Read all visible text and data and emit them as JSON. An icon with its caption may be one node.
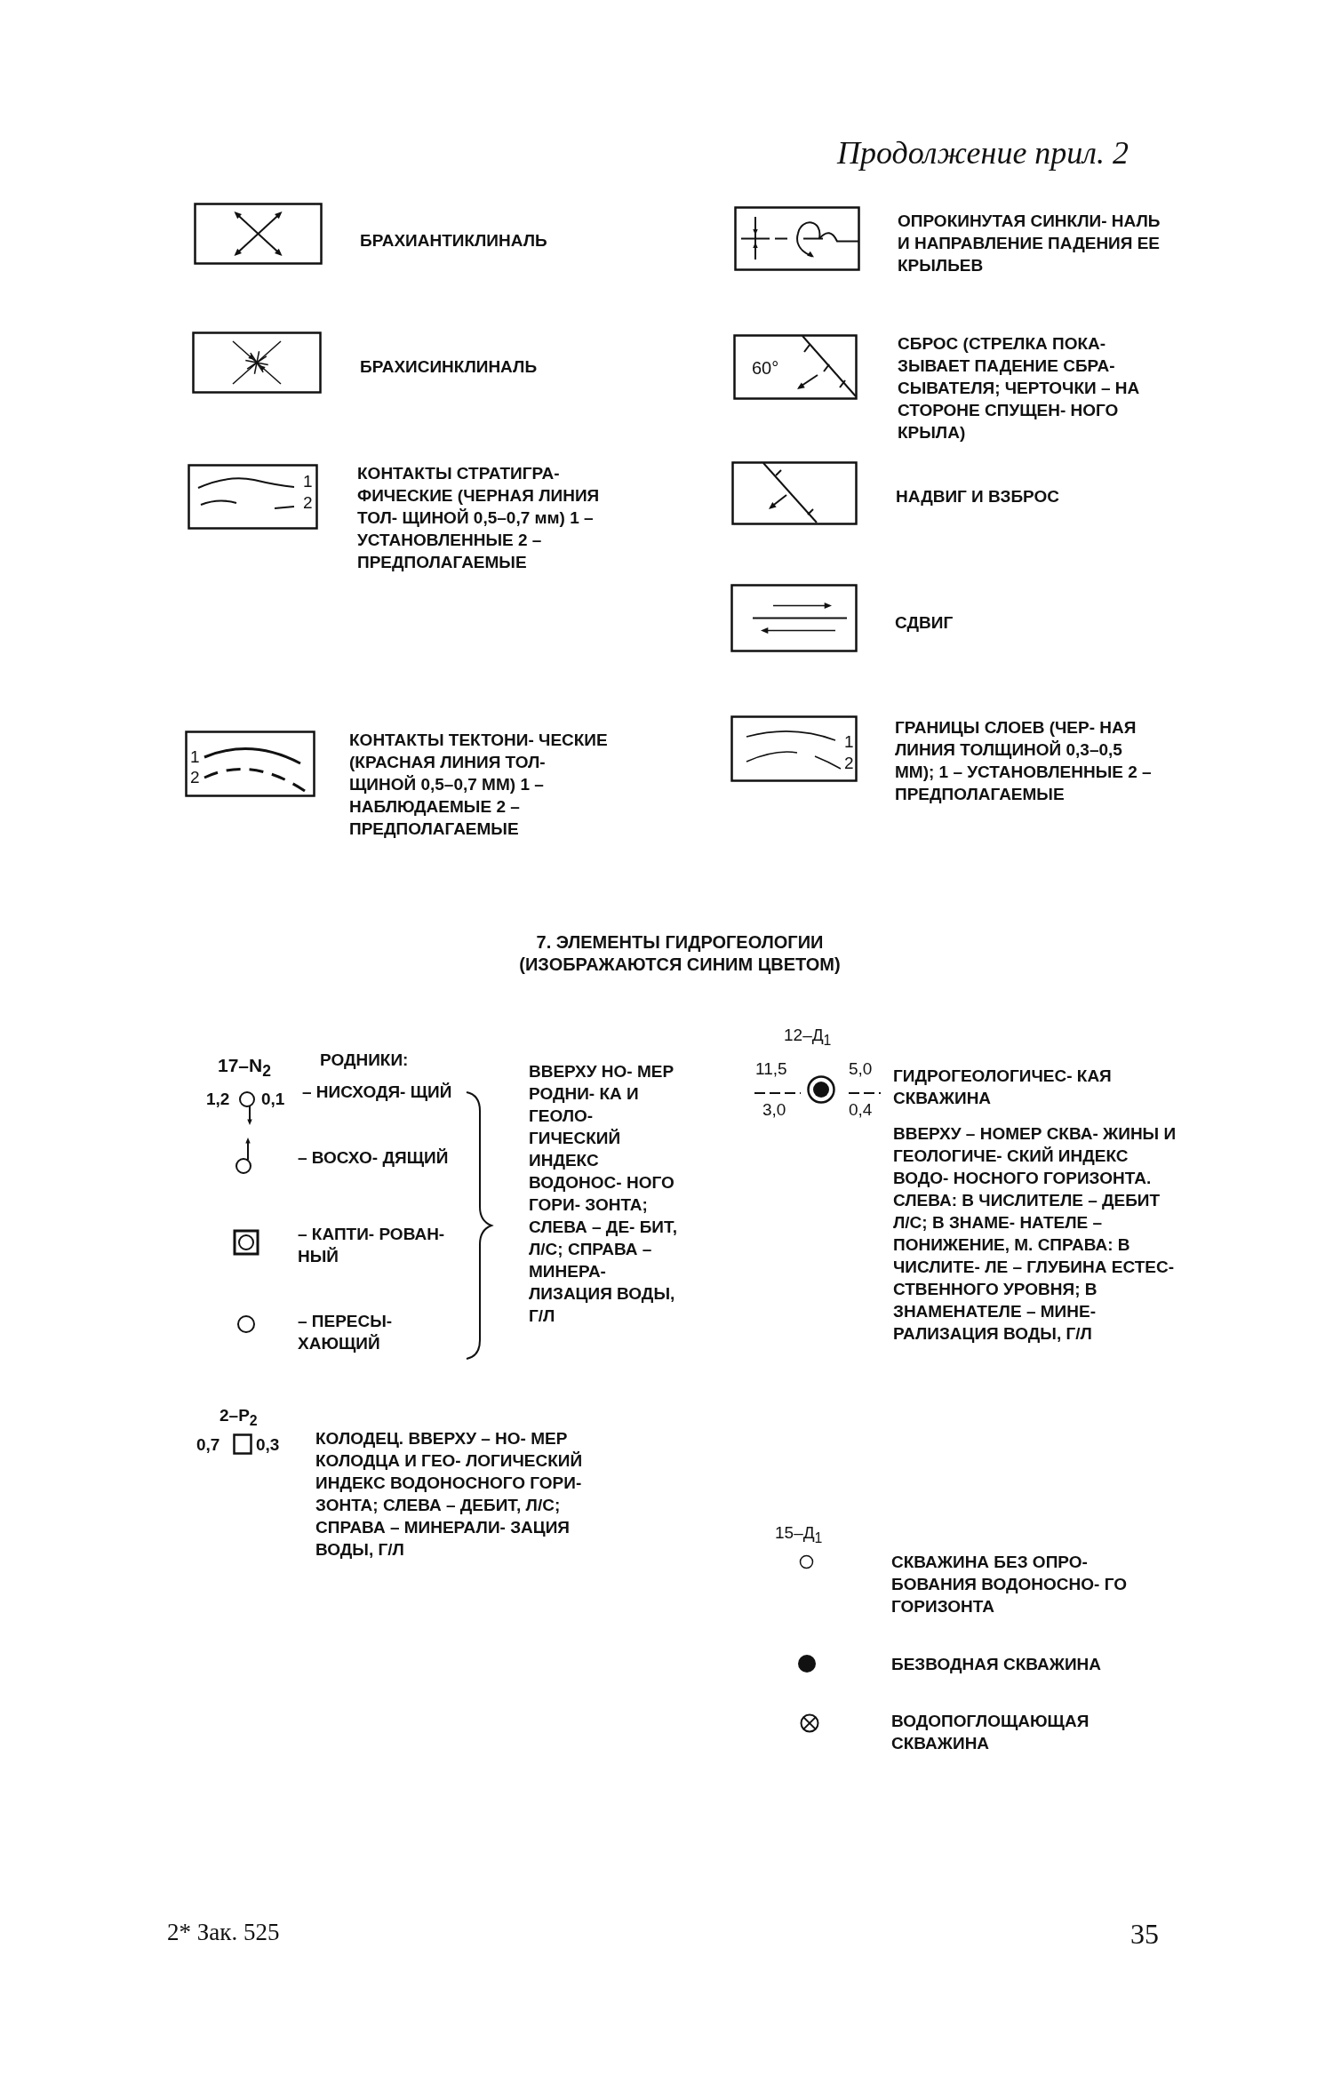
{
  "diagram": {
    "title": "Продолжение прил. 2",
    "legend": [
      {
        "text": "БРАХИАНТИКЛИНАЛЬ"
      },
      {
        "text": "ОПРОКИНУТАЯ СИНКЛИ- НАЛЬ И НАПРАВЛЕНИЕ ПАДЕНИЯ ЕЕ КРЫЛЬЕВ"
      },
      {
        "text": "БРАХИСИНКЛИНАЛЬ"
      },
      {
        "text": "СБРОС (СТРЕЛКА ПОКА- ЗЫВАЕТ ПАДЕНИЕ СБРА- СЫВАТЕЛЯ; ЧЕРТОЧКИ – НА СТОРОНЕ СПУЩЕН- НОГО КРЫЛА)"
      },
      {
        "text": "КОНТАКТЫ СТРАТИГРА- ФИЧЕСКИЕ (ЧЕРНАЯ ЛИНИЯ ТОЛ- ЩИНОЙ 0,5–0,7 мм) 1 – УСТАНОВЛЕННЫЕ 2 – ПРЕДПОЛАГАЕМЫЕ"
      },
      {
        "text": "НАДВИГ И ВЗБРОС"
      },
      {
        "text": "СДВИГ"
      },
      {
        "text": "КОНТАКТЫ ТЕКТОНИ- ЧЕСКИЕ (КРАСНАЯ ЛИНИЯ ТОЛ- ЩИНОЙ 0,5–0,7 ММ) 1 – НАБЛЮДАЕМЫЕ 2 – ПРЕДПОЛАГАЕМЫЕ"
      },
      {
        "text": "ГРАНИЦЫ СЛОЕВ (ЧЕР- НАЯ ЛИНИЯ ТОЛЩИНОЙ 0,3–0,5 ММ); 1 – УСТАНОВЛЕННЫЕ 2 – ПРЕДПОЛАГАЕМЫЕ"
      },
      {
        "text": "– НИСХОДЯ- ЩИЙ"
      },
      {
        "text": "ГИДРОГЕОЛОГИЧЕС- КАЯ СКВАЖИНА"
      },
      {
        "text": "– ВОСХО- ДЯЩИЙ"
      },
      {
        "text": "– КАПТИ- РОВАН- НЫЙ"
      },
      {
        "text": "– ПЕРЕСЫ- ХАЮЩИЙ"
      },
      {
        "text": "КОЛОДЕЦ. ВВЕРХУ – НО- МЕР КОЛОДЦА И ГЕО- ЛОГИЧЕСКИЙ ИНДЕКС ВОДОНОСНОГО ГОРИ- ЗОНТА; СЛЕВА – ДЕБИТ, Л/С; СПРАВА – МИНЕРАЛИ- ЗАЦИЯ ВОДЫ, Г/Л"
      },
      {
        "text": "СКВАЖИНА БЕЗ ОПРО- БОВАНИЯ ВОДОНОСНО- ГО ГОРИЗОНТА"
      },
      {
        "text": "БЕЗВОДНАЯ СКВАЖИНА"
      },
      {
        "text": "ВОДОПОГЛОЩАЮЩАЯ СКВАЖИНА"
      }
    ],
    "labels": [
      "60°",
      "1",
      "2",
      "1",
      "2",
      "1",
      "2",
      "7. ЭЛЕМЕНТЫ ГИДРОГЕОЛОГИИ (ИЗОБРАЖАЮТСЯ СИНИМ ЦВЕТОМ)",
      "12–Д$_{1}$",
      "17–N$_{2}$",
      "РОДНИКИ:",
      "11,5",
      "5,0",
      "1,2",
      "0,1",
      "ВВЕРХУ НО- МЕР РОДНИ- КА И ГЕОЛО- ГИЧЕСКИЙ ИНДЕКС ВОДОНОС- НОГО ГОРИ- ЗОНТА; СЛЕВА – ДЕ- БИТ, Л/С; СПРАВА – МИНЕРА- ЛИЗАЦИЯ ВОДЫ, Г/Л",
      "3,0",
      "0,4",
      "ВВЕРХУ – НОМЕР СКВА- ЖИНЫ И ГЕОЛОГИЧЕ- СКИЙ ИНДЕКС ВОДО- НОСНОГО ГОРИЗОНТА. СЛЕВА: В ЧИСЛИТЕЛЕ – ДЕБИТ Л/С; В ЗНАМЕ- НАТЕЛЕ – ПОНИЖЕНИЕ, М. СПРАВА: В ЧИСЛИТЕ- ЛЕ – ГЛУБИНА ЕСТЕС- СТВЕННОГО УРОВНЯ; В ЗНАМЕНАТЕЛЕ – МИНЕ- РАЛИЗАЦИЯ ВОДЫ, Г/Л",
      "2–P$_{2}$",
      "0,7",
      "0,3",
      "15–Д$_{1}$",
      "2* Зак. 525",
      "35"
    ]
  }
}
